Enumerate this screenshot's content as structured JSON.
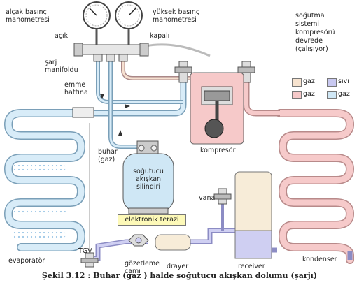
{
  "labels": {
    "low_gauge": [
      "alçak basınç",
      "manometresi"
    ],
    "high_gauge": [
      "yüksek basınç",
      "manometresi"
    ],
    "open": "açık",
    "closed": "kapalı",
    "charge_manifold": [
      "şarj",
      "manifoldu"
    ],
    "suction_line": [
      "emme",
      "hattına"
    ],
    "compressor": "kompresör",
    "vapor": [
      "buhar",
      "(gaz)"
    ],
    "cylinder": [
      "soğutucu",
      "akışkan",
      "silindiri"
    ],
    "scale": "elektronik terazi",
    "valve": "vana",
    "tgv": "TGV",
    "sight_glass": [
      "gözetleme",
      "camı"
    ],
    "dryer": "drayer",
    "receiver": "receiver",
    "evaporator": "evaporatör",
    "condenser": "kondenser"
  },
  "status_box": [
    "soğutma",
    "sistemi",
    "kompresörü",
    "devrede",
    "(çalışıyor)"
  ],
  "legend": [
    {
      "label": "gaz",
      "color": "#f7e3cf"
    },
    {
      "label": "sıvı",
      "color": "#c8c8f0"
    },
    {
      "label": "gaz",
      "color": "#f6c9c9"
    },
    {
      "label": "gaz",
      "color": "#cfe7f5"
    }
  ],
  "caption": "Şekil 3.12 : Buhar (gaz ) halde soğutucu akışkan dolumu (şarjı)"
}
